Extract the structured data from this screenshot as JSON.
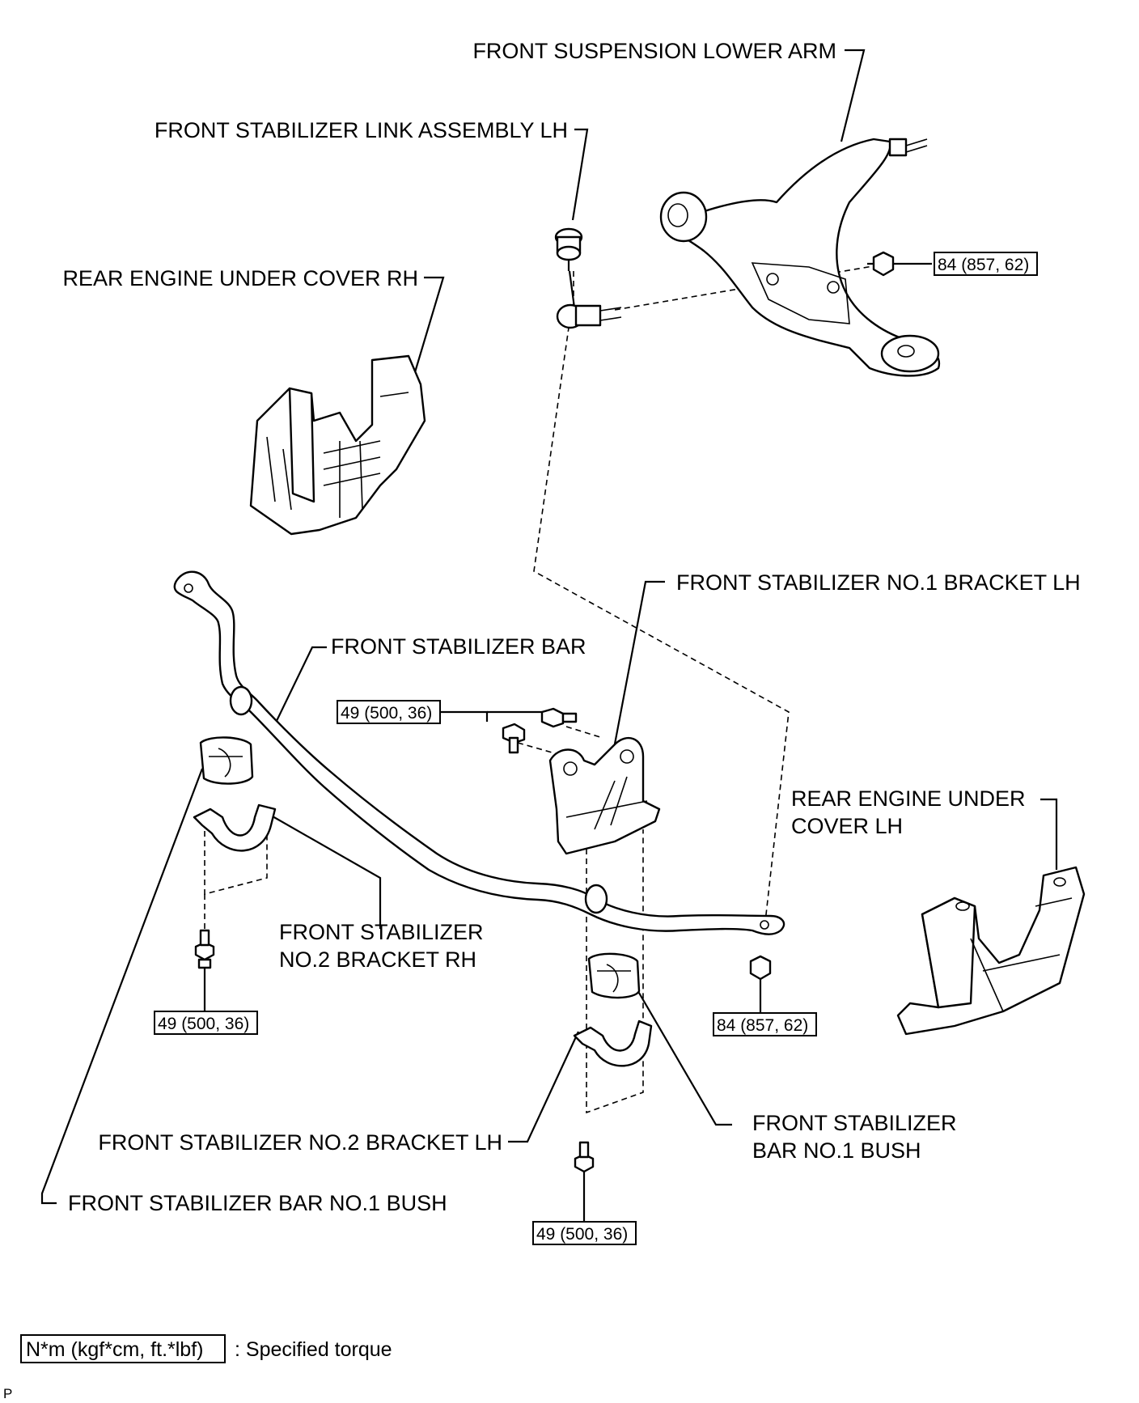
{
  "labels": {
    "front_suspension_lower_arm": "FRONT SUSPENSION LOWER ARM",
    "front_stabilizer_link_assembly_lh": "FRONT STABILIZER LINK ASSEMBLY LH",
    "rear_engine_under_cover_rh": "REAR ENGINE UNDER COVER RH",
    "front_stabilizer_no1_bracket_lh": "FRONT STABILIZER NO.1 BRACKET LH",
    "front_stabilizer_bar": "FRONT STABILIZER BAR",
    "rear_engine_under_cover_lh_line1": "REAR ENGINE UNDER",
    "rear_engine_under_cover_lh_line2": "COVER LH",
    "front_stabilizer_no2_bracket_rh_line1": "FRONT STABILIZER",
    "front_stabilizer_no2_bracket_rh_line2": "NO.2 BRACKET RH",
    "front_stabilizer_bar_no1_bush_right_line1": "FRONT STABILIZER",
    "front_stabilizer_bar_no1_bush_right_line2": "BAR NO.1 BUSH",
    "front_stabilizer_no2_bracket_lh": "FRONT STABILIZER NO.2 BRACKET LH",
    "front_stabilizer_bar_no1_bush_left": "FRONT STABILIZER BAR NO.1 BUSH"
  },
  "torques": {
    "lower_arm_nut": "84 (857, 62)",
    "no1_bracket_bolts": "49 (500, 36)",
    "rh_bracket_bolt": "49 (500, 36)",
    "link_lower_nut": "84 (857, 62)",
    "lh_bracket_bolt": "49 (500, 36)"
  },
  "legend": {
    "unit_box": "N*m (kgf*cm, ft.*lbf)",
    "description": ": Specified torque"
  },
  "footer": {
    "code": "P"
  }
}
